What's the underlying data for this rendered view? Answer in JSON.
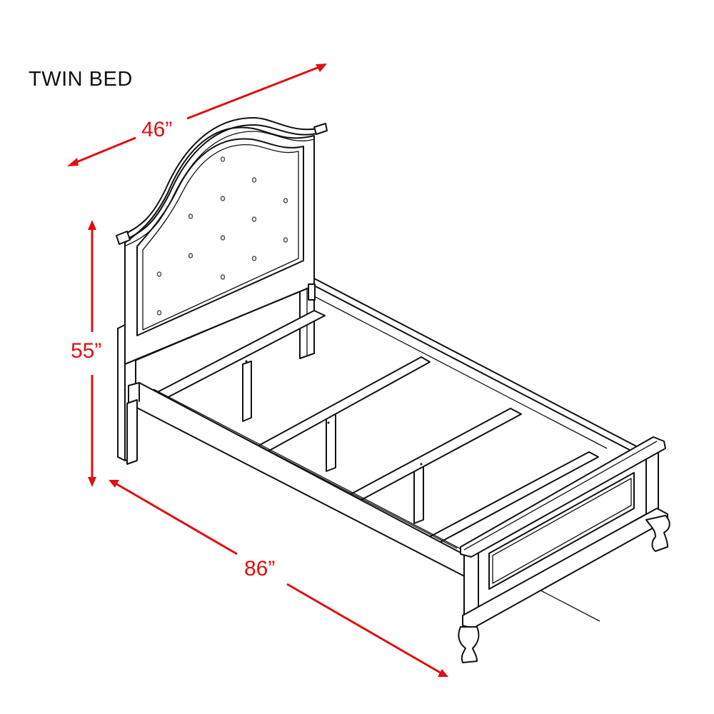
{
  "title": "TWIN BED",
  "dimensions": {
    "width": "46”",
    "height": "55”",
    "length": "86”"
  },
  "colors": {
    "dimension": "#e01010",
    "line": "#111111",
    "background": "#ffffff"
  },
  "parts": [
    "headboard",
    "footboard",
    "side-rails",
    "slats",
    "center-supports",
    "legs"
  ]
}
